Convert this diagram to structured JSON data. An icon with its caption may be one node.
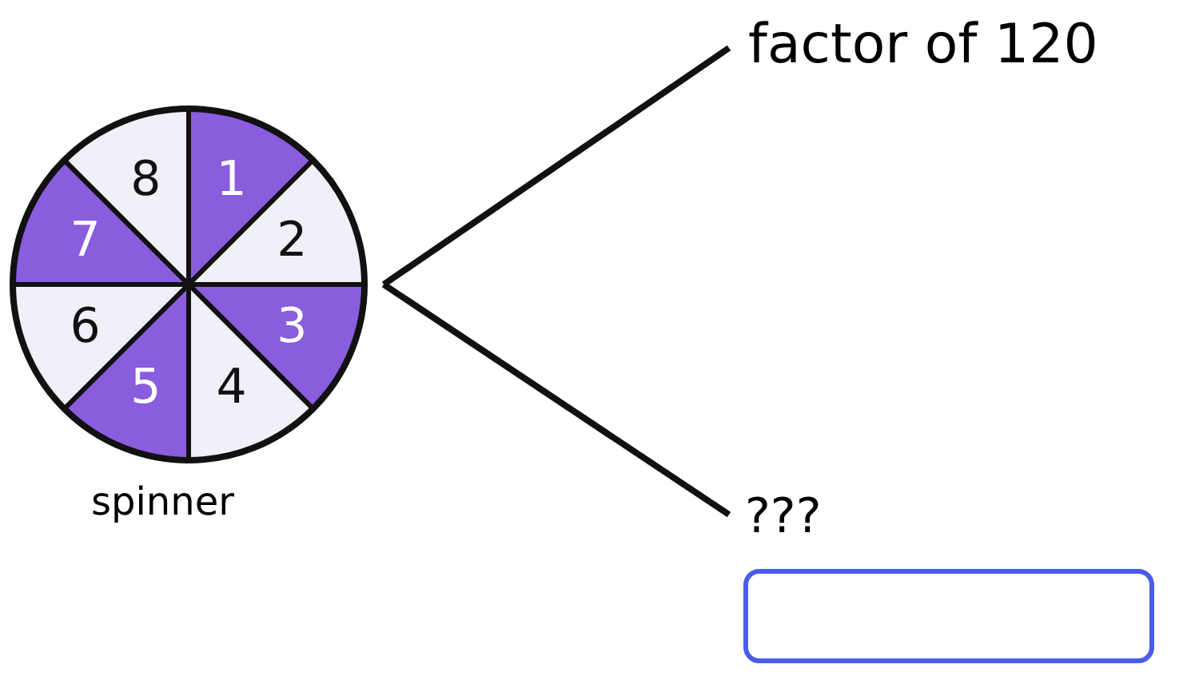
{
  "diagram": {
    "nodes": [
      {
        "text": [],
        "shape": "circle",
        "beside": [
          "spinner"
        ]
      },
      {
        "text": [
          "factor of 120"
        ]
      },
      {
        "text": [
          "???"
        ]
      },
      {
        "text": [],
        "shape": "box"
      }
    ],
    "edges": [
      {
        "from": 0,
        "to": 1,
        "arrow": "none"
      },
      {
        "from": 0,
        "to": 2,
        "arrow": "none"
      }
    ],
    "labels": [
      "8",
      "1",
      "7",
      "2",
      "6",
      "3",
      "5",
      "4"
    ]
  }
}
